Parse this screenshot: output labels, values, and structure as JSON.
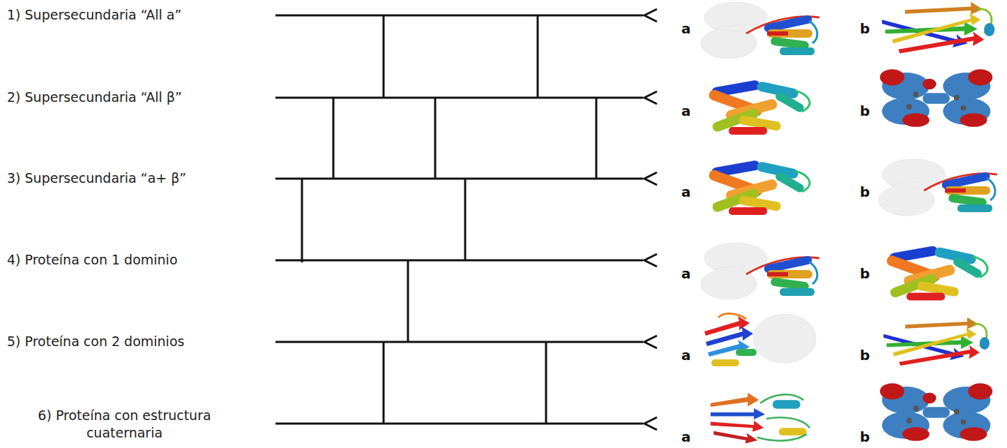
{
  "diagram": {
    "labels": [
      "1) Supersecundaria “All a”",
      "2) Supersecundaria “All β”",
      "3) Supersecundaria “a+ β”",
      "4) Proteína con 1 dominio",
      "5) Proteína con 2 dominios",
      "6) Proteína con estructura cuaternaria",
      "a",
      "b",
      "a",
      "b",
      "a",
      "b",
      "a",
      "b",
      "a",
      "b",
      "a",
      "b"
    ]
  }
}
